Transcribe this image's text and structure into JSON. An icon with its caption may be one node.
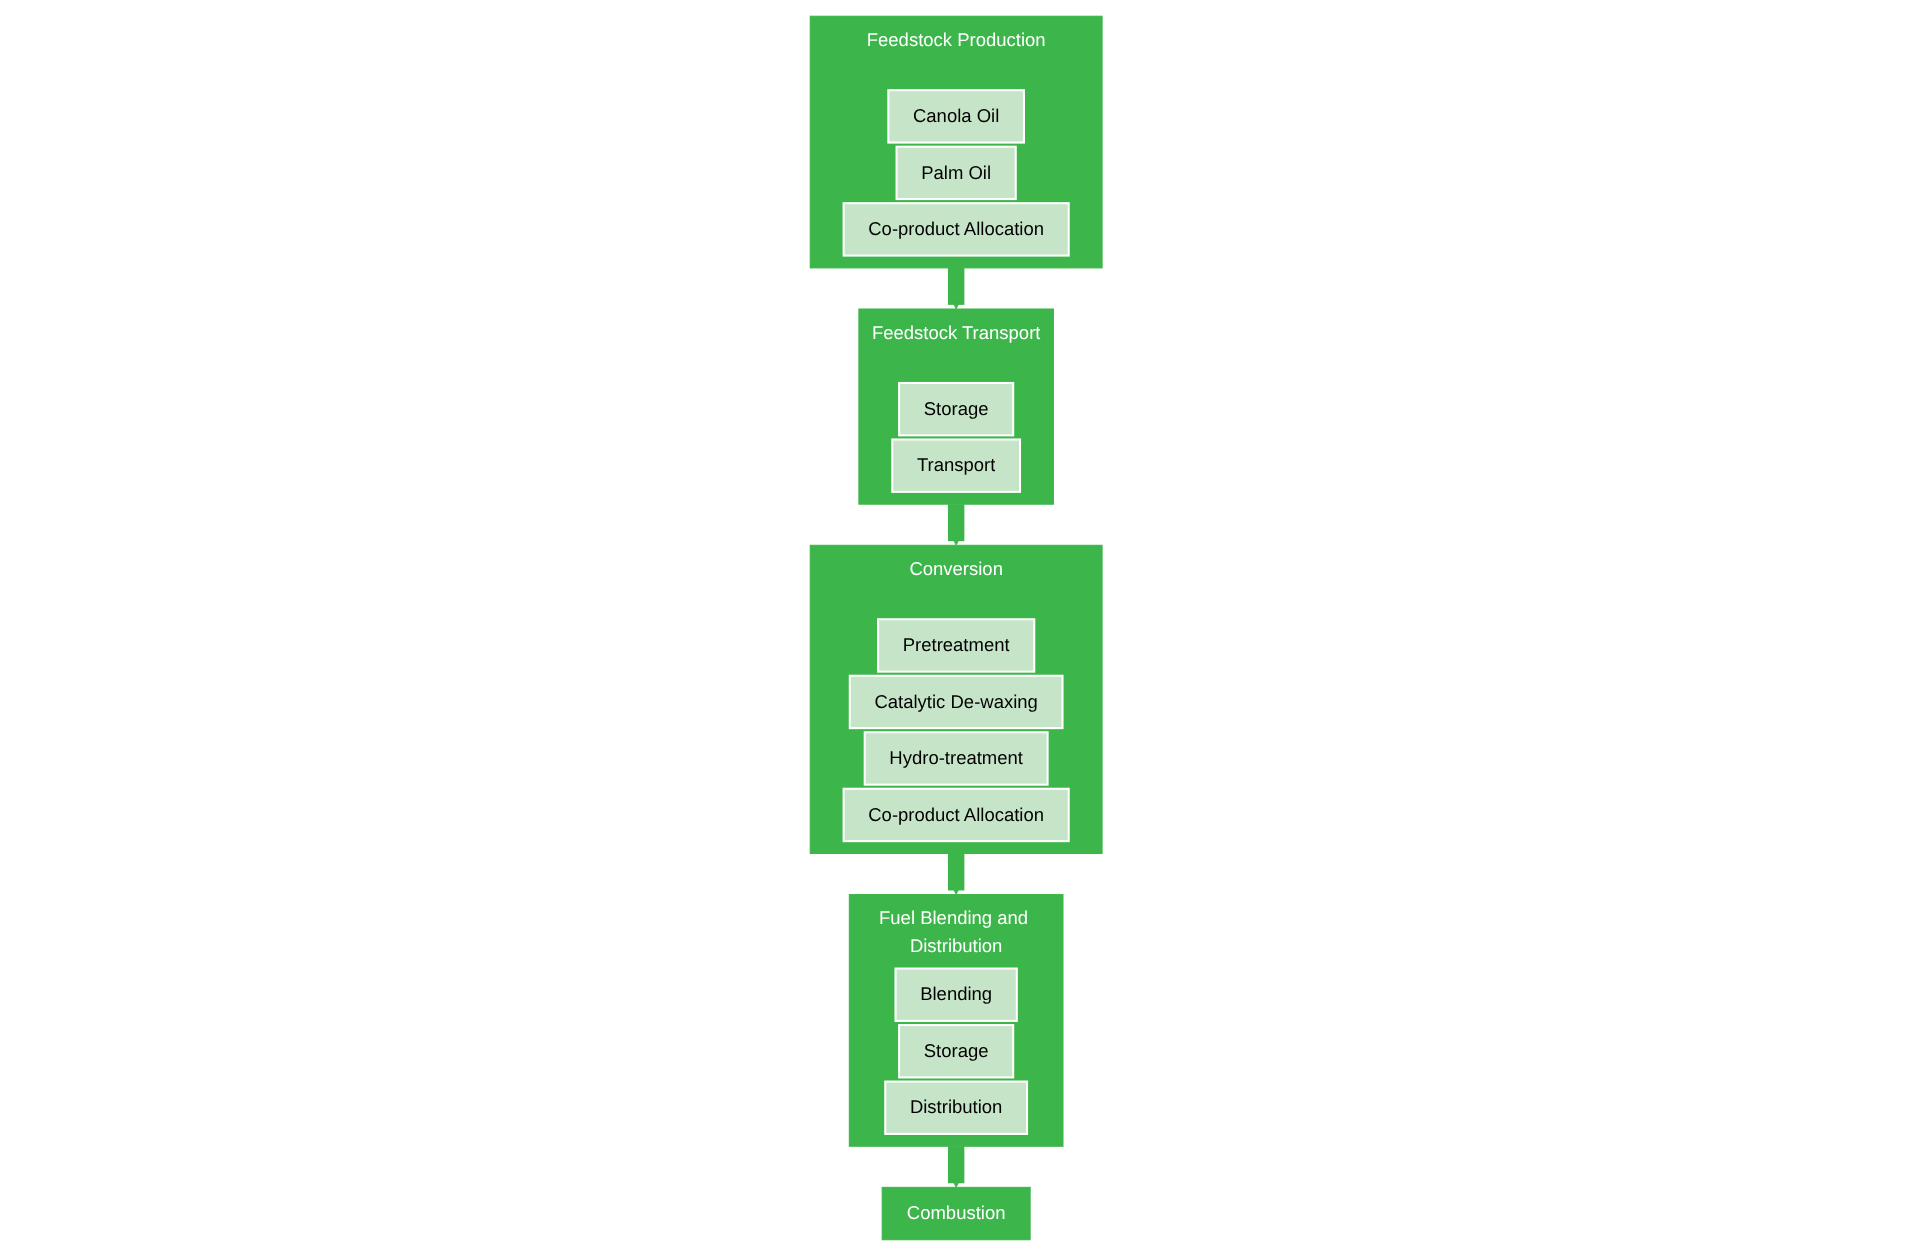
{
  "diagram": {
    "nodes": [
      {
        "text": [
          "Feedstock Production"
        ]
      },
      {
        "text": [
          "Canola Oil"
        ],
        "in": 0
      },
      {
        "text": [
          "Palm Oil"
        ],
        "in": 0
      },
      {
        "text": [
          "Co-product Allocation"
        ],
        "in": 0
      },
      {
        "text": [
          "Feedstock Transport"
        ]
      },
      {
        "text": [
          "Storage"
        ],
        "in": 4
      },
      {
        "text": [
          "Transport"
        ],
        "in": 4
      },
      {
        "text": [
          "Conversion"
        ]
      },
      {
        "text": [
          "Pretreatment"
        ],
        "in": 7
      },
      {
        "text": [
          "Catalytic De-waxing"
        ],
        "in": 7
      },
      {
        "text": [
          "Hydro-treatment"
        ],
        "in": 7
      },
      {
        "text": [
          "Co-product Allocation"
        ],
        "in": 7
      },
      {
        "text": [
          "Fuel Blending and Distribution"
        ]
      },
      {
        "text": [
          "Blending"
        ],
        "in": 12
      },
      {
        "text": [
          "Storage"
        ],
        "in": 12
      },
      {
        "text": [
          "Distribution"
        ],
        "in": 12
      },
      {
        "text": [
          "Combustion"
        ]
      }
    ],
    "edges": [
      {
        "from": 0,
        "to": 4,
        "arrow": "to"
      },
      {
        "from": 4,
        "to": 7,
        "arrow": "to"
      },
      {
        "from": 7,
        "to": 12,
        "arrow": "to"
      },
      {
        "from": 12,
        "to": 16,
        "arrow": "to"
      }
    ]
  }
}
